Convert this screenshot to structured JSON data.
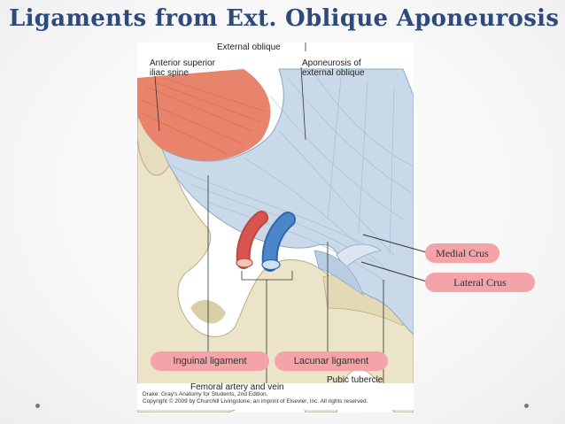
{
  "slide": {
    "title": "Ligaments from Ext. Oblique Aponeurosis"
  },
  "figure": {
    "labels": {
      "external_oblique": "External oblique",
      "asis_line1": "Anterior superior",
      "asis_line2": "iliac spine",
      "aponeurosis_line1": "Aponeurosis of",
      "aponeurosis_line2": "external oblique",
      "femoral": "Femoral artery and vein",
      "pubic_tubercle": "Pubic tubercle"
    },
    "credit_line1": "Drake: Gray's Anatomy for Students, 2nd Edition.",
    "credit_line2": "Copyright © 2009 by Churchill Livingstone, an imprint of Elsevier, Inc. All rights reserved."
  },
  "callouts": {
    "medial_crus": "Medial Crus",
    "lateral_crus": "Lateral Crus",
    "inguinal_ligament": "Inguinal ligament",
    "lacunar_ligament": "Lacunar ligament"
  },
  "colors": {
    "title": "#2e4a7c",
    "callout_fill": "#f4a3a8",
    "muscle": "#e8846b",
    "aponeurosis": "#c9d9ea",
    "bone": "#ece4c8",
    "artery": "#d9534f",
    "vein": "#4a86c8"
  }
}
